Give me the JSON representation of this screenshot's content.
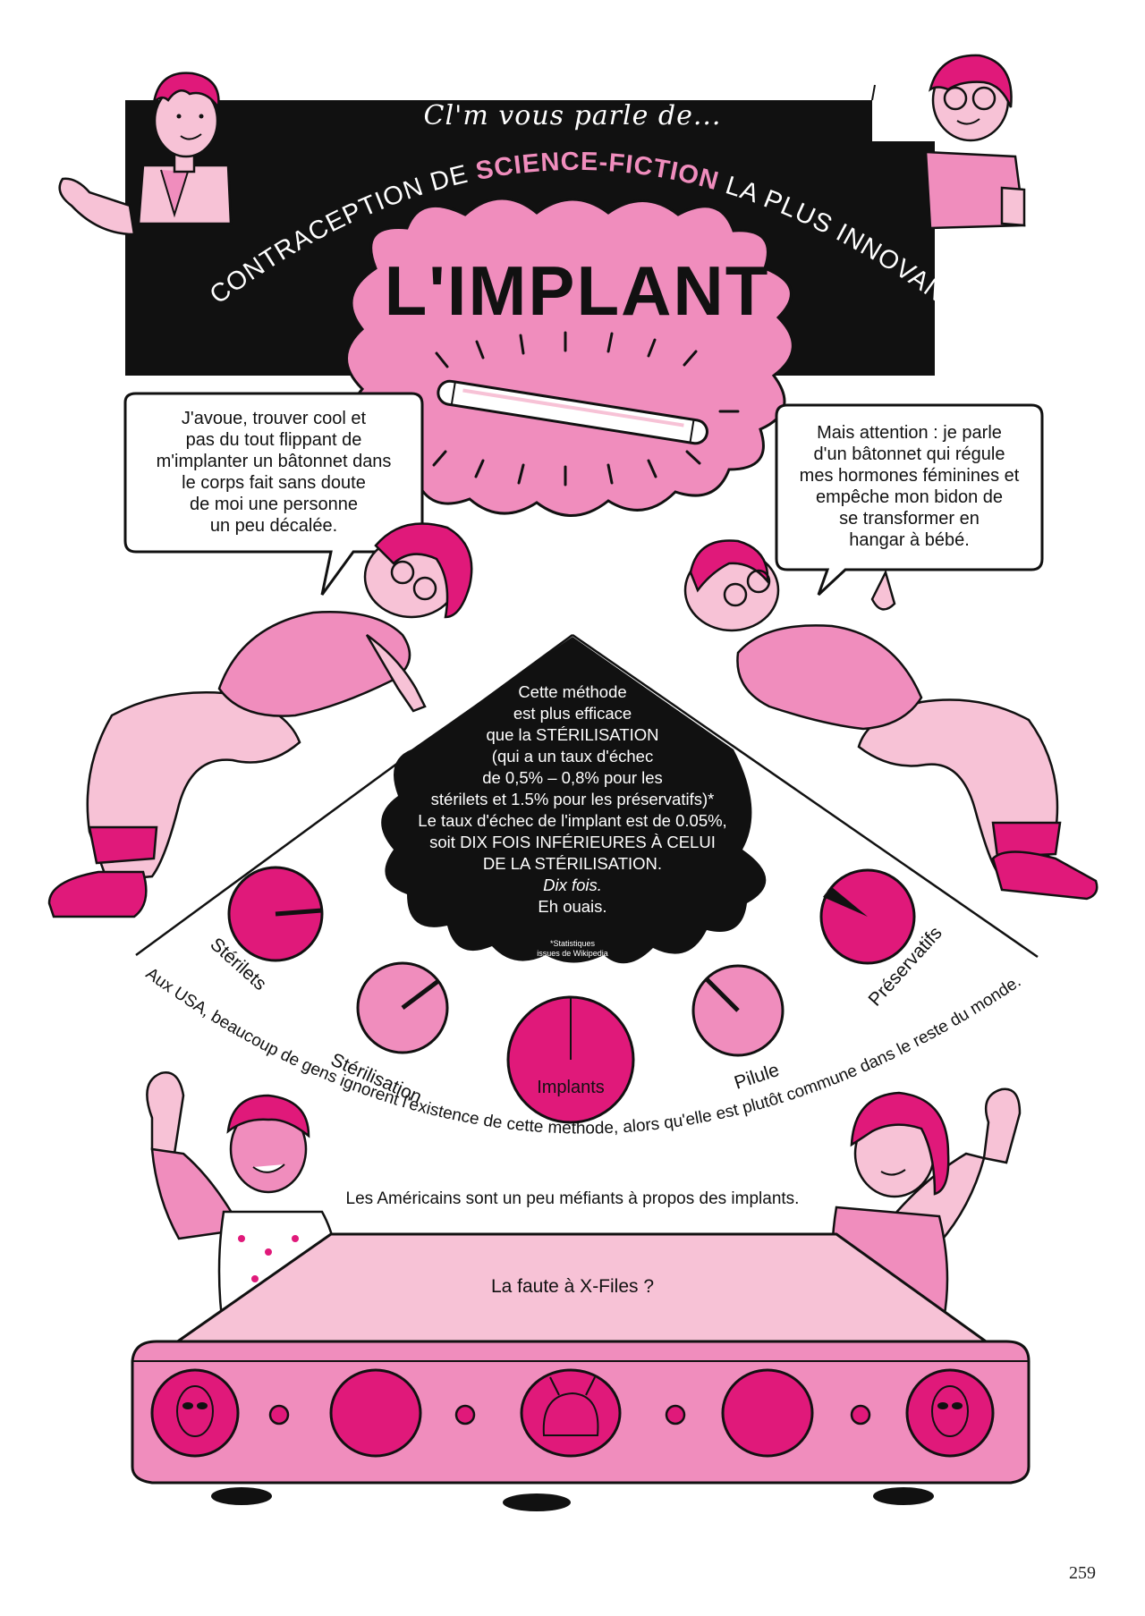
{
  "colors": {
    "magenta": "#e0197a",
    "pink": "#f08dbd",
    "light_pink": "#f7c2d6",
    "black": "#111111",
    "white": "#ffffff"
  },
  "header": {
    "intro": "Cl'm vous parle de...",
    "line_before": "LA CONTRACEPTION DE ",
    "highlight": "SCIENCE-FICTION",
    "line_after": " LA PLUS INNOVANTE."
  },
  "title": "L'IMPLANT",
  "left_bubble": {
    "lines": [
      "J'avoue, trouver cool et",
      "pas du tout flippant de",
      "m'implanter un bâtonnet dans",
      "le corps fait sans doute",
      "de moi une personne",
      "un peu décalée."
    ]
  },
  "right_bubble": {
    "lines": [
      "Mais attention : je parle",
      "d'un bâtonnet qui régule",
      "mes hormones féminines et",
      "empêche mon bidon de",
      "se transformer en",
      "hangar à bébé."
    ]
  },
  "center_text": {
    "lines": [
      "Cette méthode",
      "est plus efficace",
      "que la STÉRILISATION",
      "(qui a un taux d'échec",
      "de 0,5% – 0,8% pour les",
      "stérilets et 1.5% pour les préservatifs)*",
      "Le taux d'échec de l'implant est de 0.05%,",
      "soit DIX FOIS INFÉRIEURES À CELUI",
      "DE LA STÉRILISATION."
    ],
    "emphasis": "Dix fois.",
    "closing": "Eh ouais."
  },
  "footnote": {
    "lines": [
      "*Statistiques",
      "issues de Wikipedia"
    ]
  },
  "methods": [
    {
      "label": "Stérilets",
      "fill": "magenta"
    },
    {
      "label": "Stérilisation",
      "fill": "pink"
    },
    {
      "label": "Implants",
      "fill": "magenta"
    },
    {
      "label": "Pilule",
      "fill": "pink"
    },
    {
      "label": "Préservatifs",
      "fill": "magenta"
    }
  ],
  "arc_text": "Aux USA, beaucoup de gens ignorent l'existence de cette méthode, alors qu'elle est plutôt commune dans le reste du monde.",
  "caption_1": "Les Américains sont un peu méfiants à propos des implants.",
  "caption_2": "La faute à X-Files ?",
  "page_number": "259"
}
